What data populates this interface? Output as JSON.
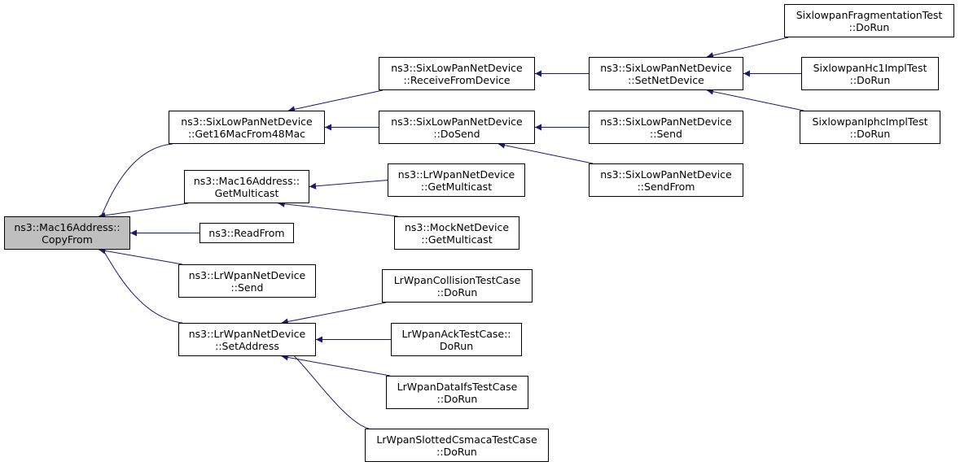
{
  "colors": {
    "edge": "#191970",
    "border": "#000000",
    "root_fill": "#bfbfbf",
    "node_fill": "#ffffff"
  },
  "nodes": {
    "root": {
      "lines": [
        "ns3::Mac16Address::",
        "CopyFrom"
      ]
    },
    "get16": {
      "lines": [
        "ns3::SixLowPanNetDevice",
        "::Get16MacFrom48Mac"
      ]
    },
    "getmc": {
      "lines": [
        "ns3::Mac16Address::",
        "GetMulticast"
      ]
    },
    "readfrom": {
      "lines": [
        "ns3::ReadFrom"
      ]
    },
    "lrsend": {
      "lines": [
        "ns3::LrWpanNetDevice",
        "::Send"
      ]
    },
    "setaddr": {
      "lines": [
        "ns3::LrWpanNetDevice",
        "::SetAddress"
      ]
    },
    "recvfrom": {
      "lines": [
        "ns3::SixLowPanNetDevice",
        "::ReceiveFromDevice"
      ]
    },
    "dosend": {
      "lines": [
        "ns3::SixLowPanNetDevice",
        "::DoSend"
      ]
    },
    "lrgetmc": {
      "lines": [
        "ns3::LrWpanNetDevice",
        "::GetMulticast"
      ]
    },
    "mockgetmc": {
      "lines": [
        "ns3::MockNetDevice",
        "::GetMulticast"
      ]
    },
    "collision": {
      "lines": [
        "LrWpanCollisionTestCase",
        "::DoRun"
      ]
    },
    "ack": {
      "lines": [
        "LrWpanAckTestCase::",
        "DoRun"
      ]
    },
    "dataifs": {
      "lines": [
        "LrWpanDataIfsTestCase",
        "::DoRun"
      ]
    },
    "slotted": {
      "lines": [
        "LrWpanSlottedCsmacaTestCase",
        "::DoRun"
      ]
    },
    "setnetdev": {
      "lines": [
        "ns3::SixLowPanNetDevice",
        "::SetNetDevice"
      ]
    },
    "slpsend": {
      "lines": [
        "ns3::SixLowPanNetDevice",
        "::Send"
      ]
    },
    "sendfrom": {
      "lines": [
        "ns3::SixLowPanNetDevice",
        "::SendFrom"
      ]
    },
    "fragtest": {
      "lines": [
        "SixlowpanFragmentationTest",
        "::DoRun"
      ]
    },
    "hc1test": {
      "lines": [
        "SixlowpanHc1ImplTest",
        "::DoRun"
      ]
    },
    "iphctest": {
      "lines": [
        "SixlowpanIphcImplTest",
        "::DoRun"
      ]
    }
  },
  "edges": [
    [
      "get16",
      "root"
    ],
    [
      "getmc",
      "root"
    ],
    [
      "readfrom",
      "root"
    ],
    [
      "lrsend",
      "root"
    ],
    [
      "setaddr",
      "root"
    ],
    [
      "recvfrom",
      "get16"
    ],
    [
      "dosend",
      "get16"
    ],
    [
      "lrgetmc",
      "getmc"
    ],
    [
      "mockgetmc",
      "getmc"
    ],
    [
      "collision",
      "setaddr"
    ],
    [
      "ack",
      "setaddr"
    ],
    [
      "dataifs",
      "setaddr"
    ],
    [
      "slotted",
      "setaddr"
    ],
    [
      "setnetdev",
      "recvfrom"
    ],
    [
      "slpsend",
      "dosend"
    ],
    [
      "sendfrom",
      "dosend"
    ],
    [
      "fragtest",
      "setnetdev"
    ],
    [
      "hc1test",
      "setnetdev"
    ],
    [
      "iphctest",
      "setnetdev"
    ]
  ]
}
